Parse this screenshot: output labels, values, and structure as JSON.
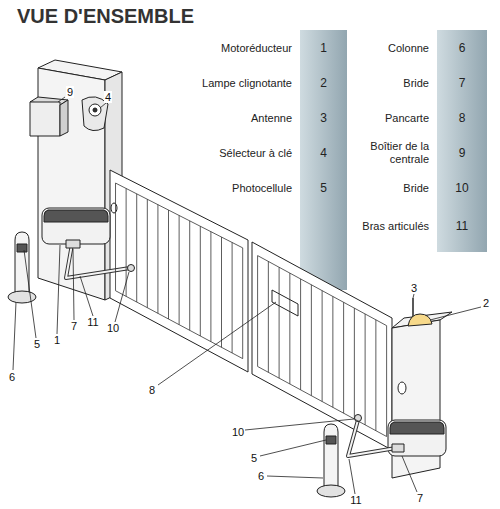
{
  "diagram": {
    "title": "VUE D'ENSEMBLE",
    "nodes": [
      {
        "text": [
          "Motoréducteur",
          "1"
        ]
      },
      {
        "text": [
          "Lampe clignotante",
          "2"
        ]
      },
      {
        "text": [
          "Antenne",
          "3"
        ]
      },
      {
        "text": [
          "Sélecteur à clé",
          "4"
        ]
      },
      {
        "text": [
          "Photocellule",
          "5"
        ]
      },
      {
        "text": [
          "Colonne",
          "6"
        ]
      },
      {
        "text": [
          "Bride",
          "7"
        ]
      },
      {
        "text": [
          "Pancarte",
          "8"
        ]
      },
      {
        "text": [
          "Boîtier de la centrale",
          "9"
        ]
      },
      {
        "text": [
          "Bride",
          "10"
        ]
      },
      {
        "text": [
          "Bras articulés",
          "11"
        ]
      }
    ],
    "labels": [
      "9",
      "4",
      "5",
      "1",
      "6",
      "7",
      "11",
      "10",
      "8",
      "3",
      "2",
      "10",
      "5",
      "6",
      "11",
      "7"
    ]
  }
}
